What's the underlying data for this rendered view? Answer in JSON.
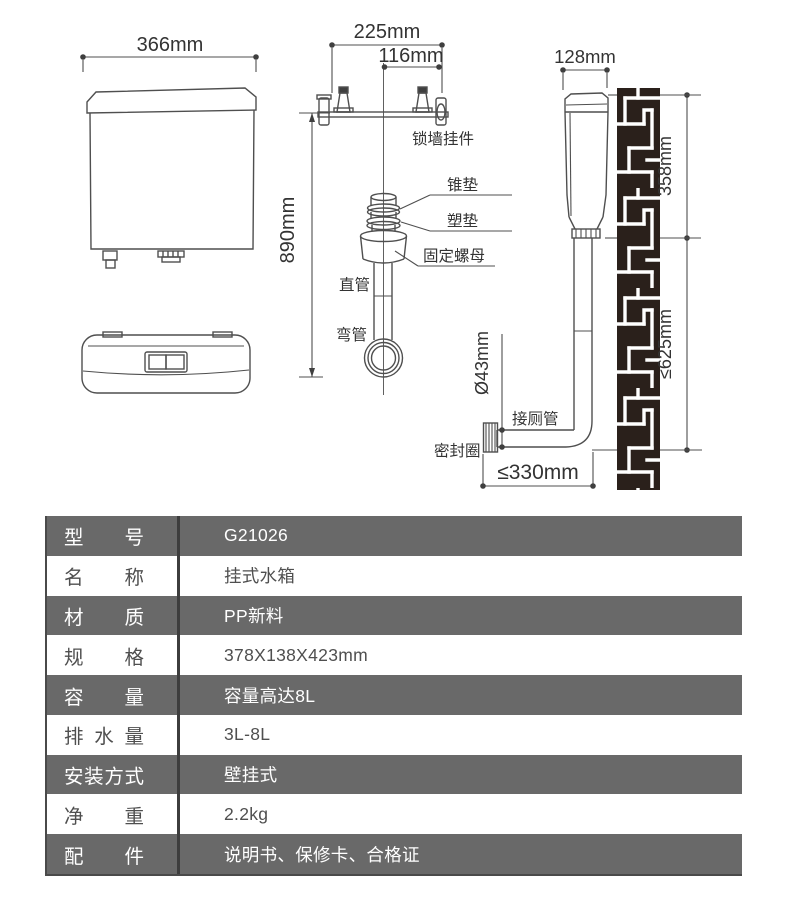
{
  "drawing": {
    "colors": {
      "line": "#4f4f4f",
      "wall_fill": "#2a201b",
      "text": "#333333"
    },
    "front": {
      "width": "366mm"
    },
    "install": {
      "height": "890mm",
      "span": "225mm",
      "half_span": "116mm",
      "wall_bracket": "锁墙挂件",
      "cone_washer": "锥垫",
      "plastic_washer": "塑垫",
      "fixing_nut": "固定螺母",
      "straight_pipe": "直管",
      "bend_pipe": "弯管"
    },
    "side": {
      "depth": "128mm",
      "tank_height": "358mm",
      "max_install_height": "≤625mm",
      "pipe_diameter": "Ø43mm",
      "toilet_pipe": "接厕管",
      "seal_ring": "密封圈",
      "max_offset": "≤330mm"
    }
  },
  "spec_table": {
    "colors": {
      "row_dark": "#696969",
      "row_light": "#ffffff",
      "divider": "#3d3d3d"
    },
    "rows": [
      {
        "label": "型 号",
        "value": "G21026"
      },
      {
        "label": "名 称",
        "value": "挂式水箱"
      },
      {
        "label": "材 质",
        "value": "PP新料"
      },
      {
        "label": "规 格",
        "value": "378X138X423mm"
      },
      {
        "label": "容 量",
        "value": "容量高达8L"
      },
      {
        "label": "排 水 量",
        "value": "3L-8L"
      },
      {
        "label": "安装方式",
        "value": "壁挂式"
      },
      {
        "label": "净 重",
        "value": "2.2kg"
      },
      {
        "label": "配 件",
        "value": "说明书、保修卡、合格证"
      }
    ]
  }
}
